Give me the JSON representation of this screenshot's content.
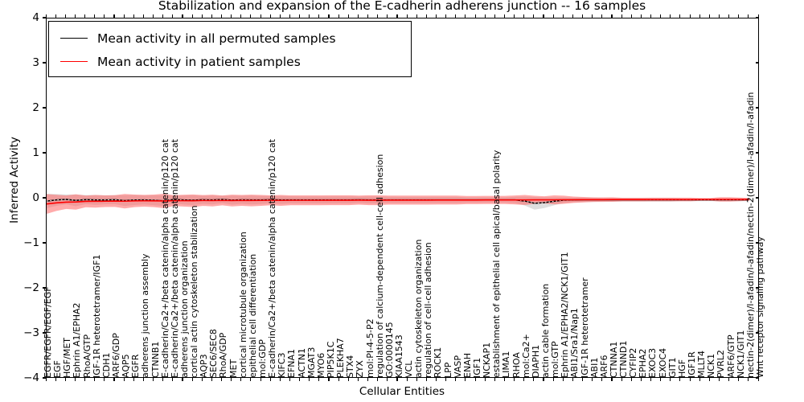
{
  "chart_data": {
    "type": "line",
    "title": "Stabilization and expansion of the E-cadherin adherens junction -- 16 samples",
    "xlabel": "Cellular Entities",
    "ylabel": "Inferred Activity",
    "ylim": [
      -4,
      4
    ],
    "yticks": [
      -4,
      -3,
      -2,
      -1,
      0,
      1,
      2,
      3,
      4
    ],
    "grid": false,
    "legend_position": "upper left",
    "legend": [
      {
        "label": "Mean activity in all permuted samples",
        "color": "#000000"
      },
      {
        "label": "Mean activity in patient samples",
        "color": "#ff0000"
      }
    ],
    "bands": [
      {
        "name": "permuted-std-band",
        "color": "#cccccc",
        "opacity": 0.65
      },
      {
        "name": "patient-std-band",
        "color": "#ff6666",
        "opacity": 0.55
      }
    ],
    "categories": [
      "EGFR/EGFR/EGF/EGF",
      "EGF",
      "HGF/MET",
      "Ephrin A1/EPHA2",
      "RhoA/GTP",
      "IGF-1R heterotetramer/IGF1",
      "CDH1",
      "ARF6/GDP",
      "AQP5",
      "EGFR",
      "adherens junction assembly",
      "CTNNB1",
      "E-cadherin/Ca2+/beta catenin/alpha catenin/p120 cat",
      "E-cadherin/Ca2+/beta catenin/alpha catenin/p120 cat",
      "adherens junction organization",
      "cortical actin cytoskeleton stabilization",
      "AQP3",
      "SEC6/SEC8",
      "RhoA/GDP",
      "MET",
      "cortical microtubule organization",
      "epithelial cell differentiation",
      "mol:GDP",
      "E-cadherin/Ca2+/beta catenin/alpha catenin/p120 cat",
      "KIFC3",
      "EFNA1",
      "ACTN1",
      "MGAT3",
      "MYO6",
      "PIP5K1C",
      "PLEKHA7",
      "STX4",
      "ZYX",
      "mol:PI-4-5-P2",
      "regulation of calcium-dependent cell-cell adhesion",
      "GO:0000145",
      "KIAA1543",
      "VCL",
      "actin cytoskeleton organization",
      "regulation of cell-cell adhesion",
      "ROCK1",
      "LPP",
      "VASP",
      "ENAH",
      "IGF1",
      "NCKAP1",
      "establishment of epithelial cell apical/basal polarity",
      "LIMA1",
      "RHOA",
      "mol:Ca2+",
      "DIAPH1",
      "actin cable formation",
      "mol:GTP",
      "Ephrin A1/EPHA2/NCK1/GIT1",
      "ABI1/Sra1/Nap1",
      "IGF-1R heterotetramer",
      "ABI1",
      "ARF6",
      "CTNNA1",
      "CTNND1",
      "CYFIP2",
      "EPHA2",
      "EXOC3",
      "EXOC4",
      "GIT1",
      "HGF",
      "IGF1R",
      "MLLT4",
      "NCK1",
      "PVRL2",
      "ARF6/GTP",
      "NCK1/GIT1",
      "nectin-2(dimer)/l-afadin/l-afadin/nectin-2(dimer)/l-afadin/l-afadin",
      "Wnt receptor signaling pathway"
    ],
    "series": [
      {
        "name": "Mean activity in all permuted samples",
        "color": "#000000",
        "style": "dotted-over-solid",
        "values": [
          -0.055,
          -0.03,
          -0.018,
          -0.04,
          -0.022,
          -0.03,
          -0.028,
          -0.024,
          -0.045,
          -0.032,
          -0.03,
          -0.038,
          -0.048,
          -0.02,
          -0.03,
          -0.036,
          -0.025,
          -0.03,
          -0.02,
          -0.034,
          -0.026,
          -0.03,
          -0.03,
          -0.024,
          -0.03,
          -0.028,
          -0.03,
          -0.03,
          -0.03,
          -0.03,
          -0.028,
          -0.03,
          -0.026,
          -0.03,
          -0.03,
          -0.028,
          -0.03,
          -0.03,
          -0.03,
          -0.03,
          -0.03,
          -0.03,
          -0.03,
          -0.03,
          -0.03,
          -0.03,
          -0.03,
          -0.03,
          -0.03,
          -0.055,
          -0.105,
          -0.09,
          -0.06,
          -0.034,
          -0.028,
          -0.026,
          -0.026,
          -0.026,
          -0.026,
          -0.026,
          -0.026,
          -0.026,
          -0.026,
          -0.026,
          -0.026,
          -0.026,
          -0.026,
          -0.026,
          -0.026,
          -0.026,
          -0.026,
          -0.026,
          -0.026
        ],
        "std": [
          0.16,
          0.13,
          0.11,
          0.13,
          0.1,
          0.11,
          0.1,
          0.1,
          0.12,
          0.11,
          0.1,
          0.11,
          0.12,
          0.09,
          0.1,
          0.11,
          0.09,
          0.1,
          0.08,
          0.1,
          0.09,
          0.1,
          0.09,
          0.08,
          0.09,
          0.08,
          0.08,
          0.08,
          0.08,
          0.08,
          0.08,
          0.08,
          0.07,
          0.08,
          0.08,
          0.07,
          0.07,
          0.07,
          0.07,
          0.07,
          0.07,
          0.07,
          0.07,
          0.06,
          0.06,
          0.06,
          0.06,
          0.06,
          0.07,
          0.1,
          0.14,
          0.12,
          0.09,
          0.06,
          0.05,
          0.05,
          0.05,
          0.04,
          0.04,
          0.04,
          0.04,
          0.04,
          0.04,
          0.04,
          0.04,
          0.03,
          0.03,
          0.03,
          0.03,
          0.03,
          0.03,
          0.03,
          0.03
        ]
      },
      {
        "name": "Mean activity in patient samples",
        "color": "#ff0000",
        "style": "solid",
        "values": [
          -0.12,
          -0.095,
          -0.08,
          -0.075,
          -0.062,
          -0.06,
          -0.058,
          -0.055,
          -0.058,
          -0.05,
          -0.048,
          -0.05,
          -0.052,
          -0.045,
          -0.046,
          -0.048,
          -0.042,
          -0.044,
          -0.04,
          -0.044,
          -0.04,
          -0.042,
          -0.04,
          -0.038,
          -0.04,
          -0.038,
          -0.038,
          -0.038,
          -0.038,
          -0.036,
          -0.036,
          -0.036,
          -0.034,
          -0.036,
          -0.036,
          -0.034,
          -0.034,
          -0.034,
          -0.034,
          -0.034,
          -0.032,
          -0.032,
          -0.032,
          -0.032,
          -0.032,
          -0.03,
          -0.03,
          -0.03,
          -0.03,
          -0.03,
          -0.028,
          -0.028,
          -0.028,
          -0.026,
          -0.026,
          -0.024,
          -0.024,
          -0.024,
          -0.022,
          -0.022,
          -0.022,
          -0.022,
          -0.02,
          -0.02,
          -0.02,
          -0.02,
          -0.02,
          -0.018,
          -0.018,
          -0.018,
          -0.018,
          -0.018,
          -0.016
        ],
        "std": [
          0.22,
          0.18,
          0.15,
          0.17,
          0.13,
          0.14,
          0.13,
          0.13,
          0.16,
          0.14,
          0.13,
          0.14,
          0.16,
          0.12,
          0.13,
          0.14,
          0.12,
          0.13,
          0.11,
          0.13,
          0.12,
          0.13,
          0.12,
          0.11,
          0.12,
          0.11,
          0.11,
          0.11,
          0.11,
          0.11,
          0.11,
          0.11,
          0.1,
          0.11,
          0.11,
          0.1,
          0.1,
          0.1,
          0.1,
          0.1,
          0.1,
          0.1,
          0.1,
          0.09,
          0.09,
          0.09,
          0.09,
          0.09,
          0.1,
          0.11,
          0.09,
          0.08,
          0.1,
          0.09,
          0.07,
          0.06,
          0.05,
          0.05,
          0.05,
          0.04,
          0.04,
          0.04,
          0.04,
          0.04,
          0.04,
          0.04,
          0.04,
          0.03,
          0.03,
          0.05,
          0.05,
          0.04,
          0.03
        ]
      }
    ]
  }
}
